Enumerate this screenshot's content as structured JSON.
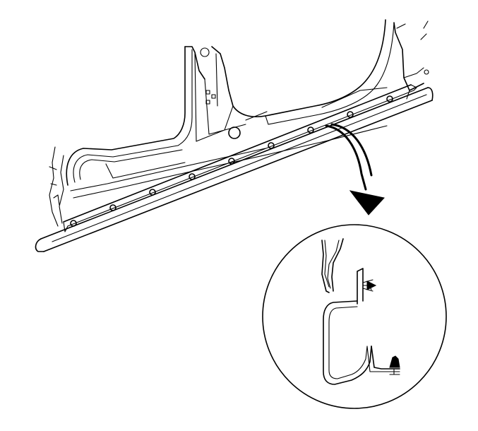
{
  "diagram": {
    "type": "technical-line-illustration",
    "subject": "rocker-panel-molding-installation",
    "colors": {
      "stroke": "#000000",
      "background": "#ffffff"
    },
    "fastener_count": 9,
    "detail_view": {
      "shape": "circle",
      "pointer": "curved-arrow"
    }
  }
}
